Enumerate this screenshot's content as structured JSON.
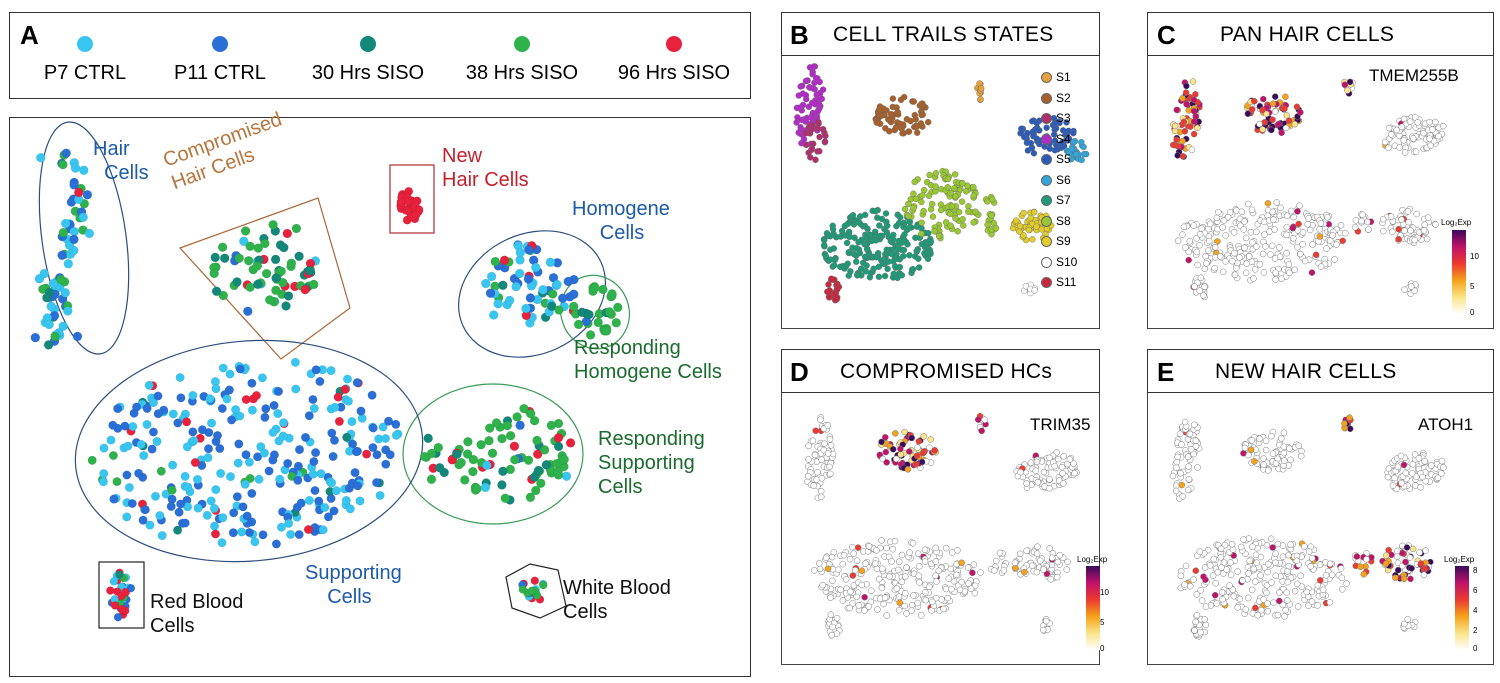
{
  "panel_a": {
    "letter": "A",
    "legend": [
      {
        "label": "P7 CTRL",
        "color": "#38c6f0"
      },
      {
        "label": "P11 CTRL",
        "color": "#2a6fd6"
      },
      {
        "label": "30 Hrs SISO",
        "color": "#12877a"
      },
      {
        "label": "38 Hrs SISO",
        "color": "#2fb24b"
      },
      {
        "label": "96 Hrs SISO",
        "color": "#e8213c"
      }
    ],
    "clusters": [
      {
        "label": "Hair\n  Cells",
        "color": "#1d5aa8",
        "line": "#2a4f7d"
      },
      {
        "label": "Compromised\nHair Cells",
        "color": "#b8743a",
        "line": "#a8683a"
      },
      {
        "label": "New\nHair Cells",
        "color": "#c4202e",
        "line": "#b02a30"
      },
      {
        "label": "Homogene\n     Cells",
        "color": "#1d5aa8",
        "line": "#2a4f7d"
      },
      {
        "label": "Responding\nHomogene Cells",
        "color": "#1a6b2e",
        "line": "#3a9b55"
      },
      {
        "label": "Responding\nSupporting\nCells",
        "color": "#1a6b2e",
        "line": "#3a9b55"
      },
      {
        "label": "Supporting\n    Cells",
        "color": "#1d5aa8",
        "line": "#2a4f7d"
      },
      {
        "label": "Red Blood\nCells",
        "color": "#111111",
        "line": "#222222"
      },
      {
        "label": "White Blood\nCells",
        "color": "#111111",
        "line": "#222222"
      }
    ]
  },
  "panel_b": {
    "letter": "B",
    "title": "CELL TRAILS STATES",
    "states": [
      {
        "label": "S1",
        "color": "#e3a23c"
      },
      {
        "label": "S2",
        "color": "#a8602a"
      },
      {
        "label": "S3",
        "color": "#b0306e"
      },
      {
        "label": "S4",
        "color": "#b42ac8"
      },
      {
        "label": "S5",
        "color": "#2c5cb8"
      },
      {
        "label": "S6",
        "color": "#32a6d8"
      },
      {
        "label": "S7",
        "color": "#1f9a78"
      },
      {
        "label": "S8",
        "color": "#9ac832"
      },
      {
        "label": "S9",
        "color": "#e2cc2a"
      },
      {
        "label": "S10",
        "color": "#ffffff"
      },
      {
        "label": "S11",
        "color": "#c8283e"
      }
    ]
  },
  "panel_c": {
    "letter": "C",
    "title": "PAN HAIR CELLS",
    "gene": "TMEM255B",
    "colorbar": {
      "title": "Log₂Exp",
      "ticks": [
        "10",
        "5",
        "0"
      ]
    }
  },
  "panel_d": {
    "letter": "D",
    "title": "COMPROMISED HCs",
    "gene": "TRIM35",
    "colorbar": {
      "title": "Log₂Exp",
      "ticks": [
        "10",
        "5",
        "0"
      ]
    }
  },
  "panel_e": {
    "letter": "E",
    "title": "NEW HAIR CELLS",
    "gene": "ATOH1",
    "colorbar": {
      "title": "Log₂Exp",
      "ticks": [
        "8",
        "6",
        "4",
        "2",
        "0"
      ]
    }
  },
  "chart_data": [
    {
      "type": "scatter",
      "panel": "A",
      "series": [
        {
          "name": "P7 CTRL"
        },
        {
          "name": "P11 CTRL"
        },
        {
          "name": "30 Hrs SISO"
        },
        {
          "name": "38 Hrs SISO"
        },
        {
          "name": "96 Hrs SISO"
        }
      ]
    },
    {
      "type": "scatter",
      "panel": "B",
      "title": "CELL TRAILS STATES",
      "series": [
        {
          "name": "S1"
        },
        {
          "name": "S2"
        },
        {
          "name": "S3"
        },
        {
          "name": "S4"
        },
        {
          "name": "S5"
        },
        {
          "name": "S6"
        },
        {
          "name": "S7"
        },
        {
          "name": "S8"
        },
        {
          "name": "S9"
        },
        {
          "name": "S10"
        },
        {
          "name": "S11"
        }
      ]
    },
    {
      "type": "scatter",
      "panel": "C",
      "title": "PAN HAIR CELLS",
      "gene": "TMEM255B",
      "color_range": [
        0,
        13
      ]
    },
    {
      "type": "scatter",
      "panel": "D",
      "title": "COMPROMISED HCs",
      "gene": "TRIM35",
      "color_range": [
        0,
        13
      ]
    },
    {
      "type": "scatter",
      "panel": "E",
      "title": "NEW HAIR CELLS",
      "gene": "ATOH1",
      "color_range": [
        0,
        8
      ]
    }
  ]
}
